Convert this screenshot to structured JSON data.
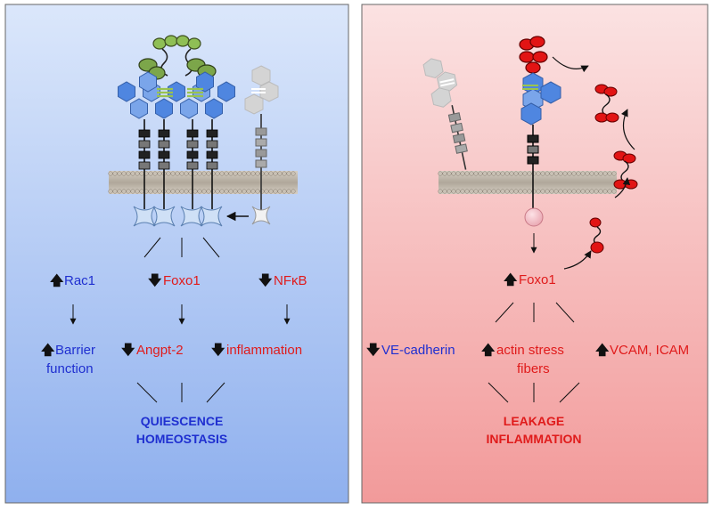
{
  "left_panel": {
    "nodes": {
      "rac1": "Rac1",
      "foxo1": "Foxo1",
      "nfkb": "NFκB",
      "barrier_line1": "Barrier",
      "barrier_line2": "function",
      "angpt2": "Angpt-2",
      "inflammation": "inflammation"
    },
    "outcome_line1": "QUIESCENCE",
    "outcome_line2": "HOMEOSTASIS"
  },
  "right_panel": {
    "nodes": {
      "foxo1": "Foxo1",
      "ve_cadherin": "VE-cadherin",
      "actin_line1": "actin stress",
      "actin_line2": "fibers",
      "vcam_icam": "VCAM, ICAM"
    },
    "outcome_line1": "LEAKAGE",
    "outcome_line2": "INFLAMMATION"
  },
  "colors": {
    "blue_text": "#1f2fd0",
    "red_text": "#e01b1b",
    "left_bg_top": "#dbe7fb",
    "left_bg_bottom": "#8fb0ee",
    "right_bg_top": "#fbe2e2",
    "right_bg_bottom": "#f29a9a",
    "receptor_blue": "#4f86e0",
    "ligand_green": "#7ca64a",
    "ligand_red": "#e21414"
  }
}
